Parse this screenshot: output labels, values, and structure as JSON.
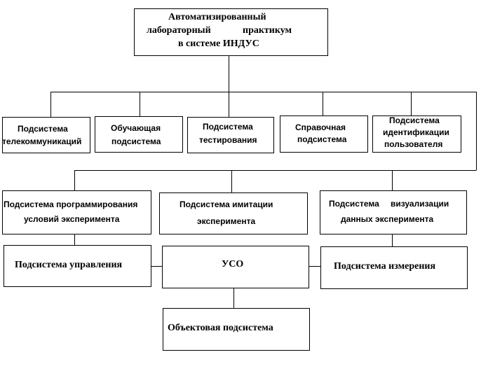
{
  "diagram": {
    "root": {
      "line1": "Автоматизированный",
      "line2a": "лабораторный",
      "line2b": "практикум",
      "line3": "в   системе ИНДУС"
    },
    "row1": {
      "telecom": {
        "line1": "Подсистема",
        "line2": "телекоммуникаций"
      },
      "training": {
        "line1": "Обучающая",
        "line2": "подсистема"
      },
      "testing": {
        "line1": "Подсистема",
        "line2": "тестирования"
      },
      "reference": {
        "line1": "Справочная",
        "line2": "подсистема"
      },
      "identification": {
        "line1": "Подсистема",
        "line2": "идентификации",
        "line3": "пользователя"
      }
    },
    "row2": {
      "programming": {
        "line1": "Подсистема программирования",
        "line2": "условий эксперимента"
      },
      "imitation": {
        "line1": "Подсистема имитации",
        "line2": "эксперимента"
      },
      "visualization": {
        "line1a": "Подсистема",
        "line1b": "визуализации",
        "line2": "данных  эксперимента"
      }
    },
    "row3": {
      "control": "Подсистема управления",
      "uso": "УСО",
      "measurement": "Подсистема измерения"
    },
    "row4": {
      "object": "Объектовая подсистема"
    }
  }
}
